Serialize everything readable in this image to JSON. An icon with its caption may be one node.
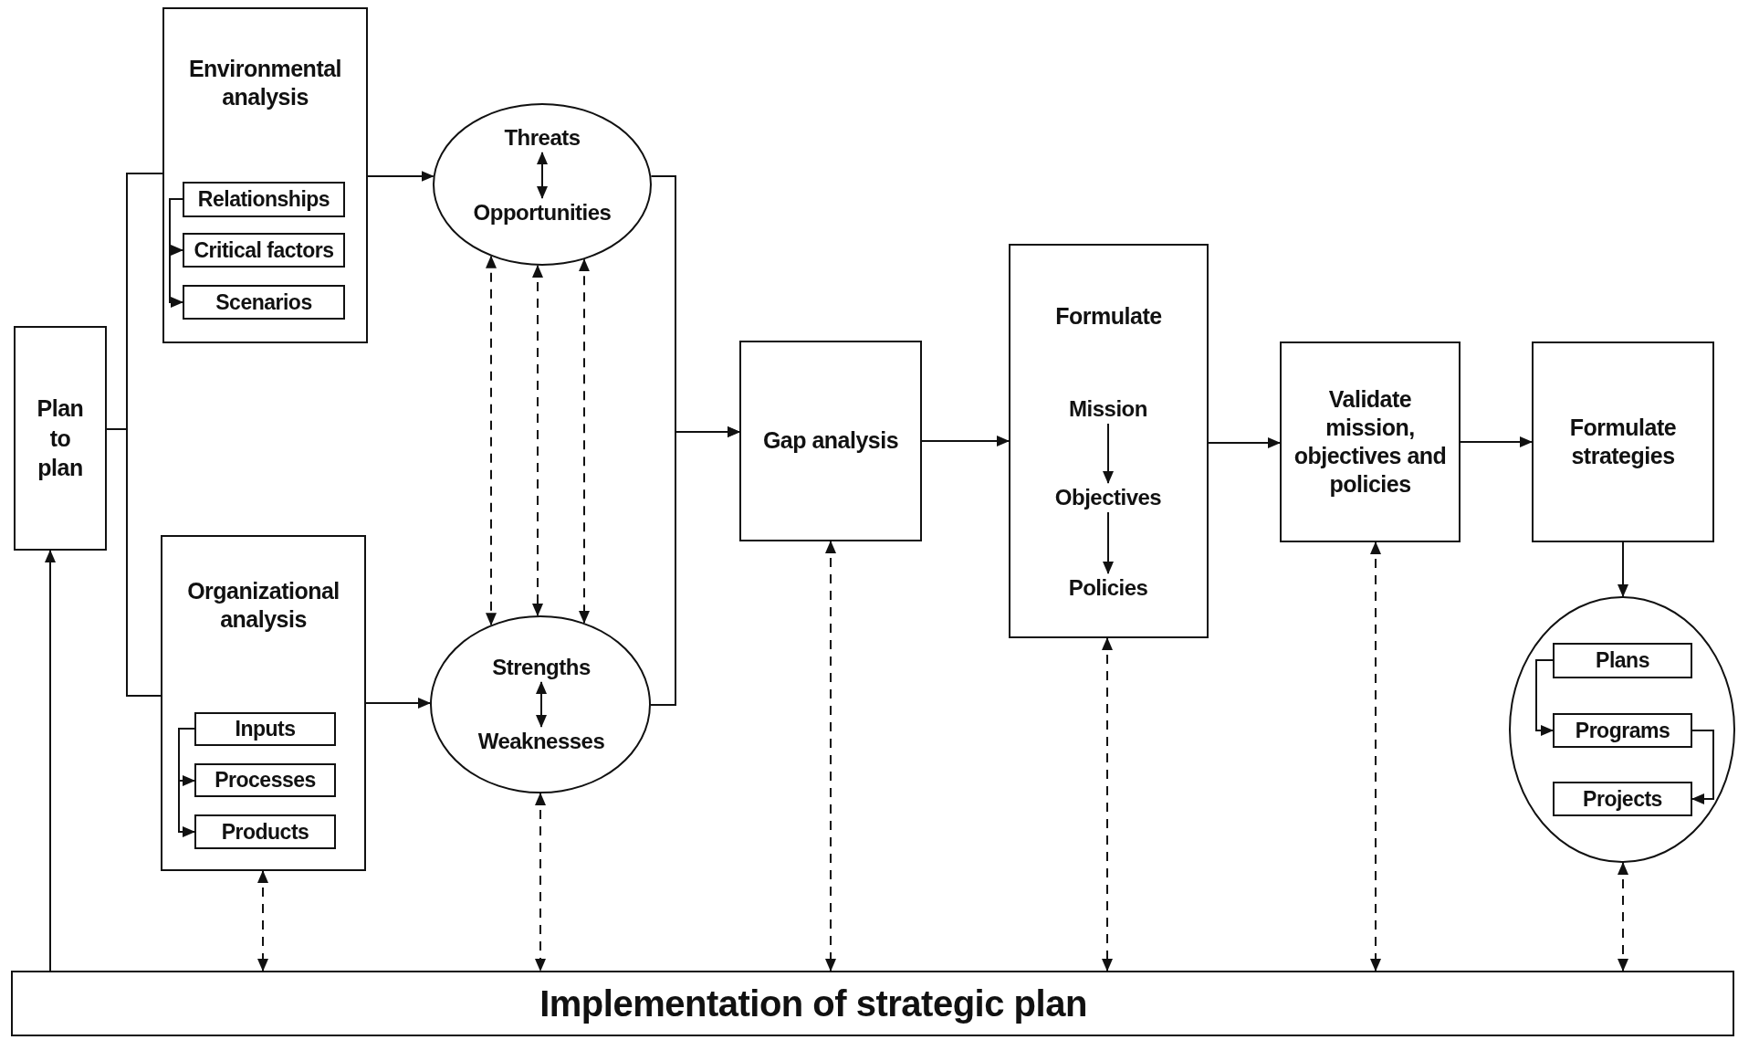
{
  "diagram": {
    "nodes": [
      {
        "text": [
          "Plan to plan"
        ]
      },
      {
        "text": [
          "Environmental analysis"
        ]
      },
      {
        "text": [
          "Relationships"
        ],
        "in": 1
      },
      {
        "text": [
          "Critical factors"
        ],
        "in": 1
      },
      {
        "text": [
          "Scenarios"
        ],
        "in": 1
      },
      {
        "text": [
          "Organizational analysis"
        ]
      },
      {
        "text": [
          "Inputs"
        ],
        "in": 5
      },
      {
        "text": [
          "Processes"
        ],
        "in": 5
      },
      {
        "text": [
          "Products"
        ],
        "in": 5
      },
      {
        "text": [],
        "shape": "circle"
      },
      {
        "text": [
          "Threats"
        ],
        "in": 9
      },
      {
        "text": [
          "Opportunities"
        ],
        "in": 9
      },
      {
        "text": [],
        "shape": "circle"
      },
      {
        "text": [
          "Strengths"
        ],
        "in": 12
      },
      {
        "text": [
          "Weaknesses"
        ],
        "in": 12
      },
      {
        "text": [
          "Gap analysis"
        ]
      },
      {
        "text": [
          "Formulate"
        ]
      },
      {
        "text": [
          "Mission"
        ],
        "in": 16
      },
      {
        "text": [
          "Objectives"
        ],
        "in": 16
      },
      {
        "text": [
          "Policies"
        ],
        "in": 16
      },
      {
        "text": [
          "Validate mission, objectives and policies"
        ]
      },
      {
        "text": [
          "Formulate strategies"
        ]
      },
      {
        "text": [],
        "shape": "circle"
      },
      {
        "text": [
          "Plans"
        ],
        "in": 22
      },
      {
        "text": [
          "Programs"
        ],
        "in": 22
      },
      {
        "text": [
          "Projects"
        ],
        "in": 22
      },
      {
        "text": [
          "Implementation of strategic plan"
        ]
      }
    ],
    "edges": [
      {
        "from": 0,
        "to": 1,
        "arrow": "none"
      },
      {
        "from": 0,
        "to": 5,
        "arrow": "none"
      },
      {
        "from": 1,
        "to": 9,
        "arrow": "to"
      },
      {
        "from": 5,
        "to": 12,
        "arrow": "to"
      },
      {
        "from": 2,
        "to": 3,
        "arrow": "to"
      },
      {
        "from": 2,
        "to": 4,
        "arrow": "to"
      },
      {
        "from": 6,
        "to": 7,
        "arrow": "to"
      },
      {
        "from": 6,
        "to": 8,
        "arrow": "to"
      },
      {
        "from": 10,
        "to": 11,
        "arrow": "both"
      },
      {
        "from": 13,
        "to": 14,
        "arrow": "both"
      },
      {
        "from": 9,
        "to": 12,
        "arrow": "both",
        "style": "dashed"
      },
      {
        "from": 9,
        "to": 12,
        "arrow": "both",
        "style": "dashed"
      },
      {
        "from": 9,
        "to": 12,
        "arrow": "both",
        "style": "dashed"
      },
      {
        "from": 9,
        "to": 15,
        "arrow": "to"
      },
      {
        "from": 12,
        "to": 15,
        "arrow": "to"
      },
      {
        "from": 15,
        "to": 16,
        "arrow": "to"
      },
      {
        "from": 17,
        "to": 18,
        "arrow": "to"
      },
      {
        "from": 18,
        "to": 19,
        "arrow": "to"
      },
      {
        "from": 16,
        "to": 20,
        "arrow": "to"
      },
      {
        "from": 20,
        "to": 21,
        "arrow": "to"
      },
      {
        "from": 21,
        "to": 22,
        "arrow": "to"
      },
      {
        "from": 23,
        "to": 24,
        "arrow": "to"
      },
      {
        "from": 24,
        "to": 25,
        "arrow": "to"
      },
      {
        "from": 26,
        "to": 0,
        "arrow": "to"
      },
      {
        "from": 5,
        "to": 26,
        "arrow": "both",
        "style": "dashed"
      },
      {
        "from": 12,
        "to": 26,
        "arrow": "both",
        "style": "dashed"
      },
      {
        "from": 15,
        "to": 26,
        "arrow": "both",
        "style": "dashed"
      },
      {
        "from": 16,
        "to": 26,
        "arrow": "both",
        "style": "dashed"
      },
      {
        "from": 20,
        "to": 26,
        "arrow": "both",
        "style": "dashed"
      },
      {
        "from": 22,
        "to": 26,
        "arrow": "both",
        "style": "dashed"
      }
    ]
  }
}
